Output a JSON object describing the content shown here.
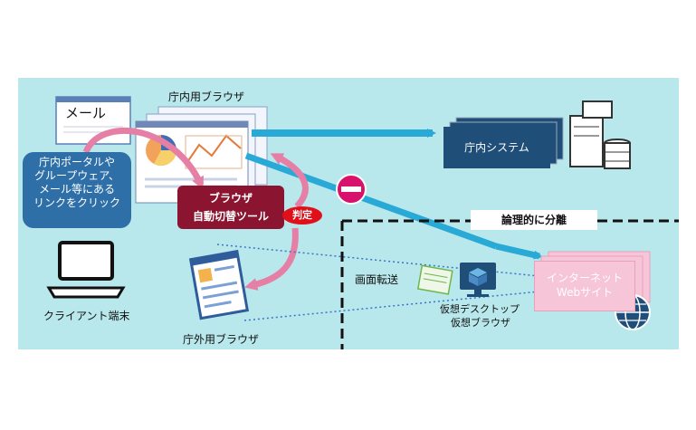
{
  "labels": {
    "mail": "メール",
    "internal_browser": "庁内用ブラウザ",
    "external_browser": "庁外用ブラウザ",
    "client_terminal": "クライアント端末",
    "internal_system": "庁内システム",
    "logical_separation": "論理的に分離",
    "screen_transfer": "画面転送",
    "judgement": "判定",
    "virtual_desktop": "仮想デスクトップ",
    "virtual_browser": "仮想ブラウザ"
  },
  "bubble": {
    "lines": [
      "庁内ポータルや",
      "グループウェア、",
      "メール等にある",
      "リンクをクリック"
    ]
  },
  "tool": {
    "line1": "ブラウザ",
    "line2": "自動切替ツール"
  },
  "internet_site": {
    "line1": "インターネット",
    "line2": "Webサイト"
  },
  "colors": {
    "panel": "#b8e8ec",
    "arrow_blue": "#29a9d6",
    "arrow_pink": "#e57fa5",
    "tool_bg": "#8b1530",
    "judge_bg": "#e0101a",
    "system_bg": "#1f4e79",
    "internet_bg": "#f6c6d8",
    "bubble_bg": "#2e6fa8"
  },
  "icons": [
    "mail-window-icon",
    "laptop-icon",
    "server-icon",
    "globe-icon",
    "monitor-icon",
    "no-entry-icon"
  ]
}
